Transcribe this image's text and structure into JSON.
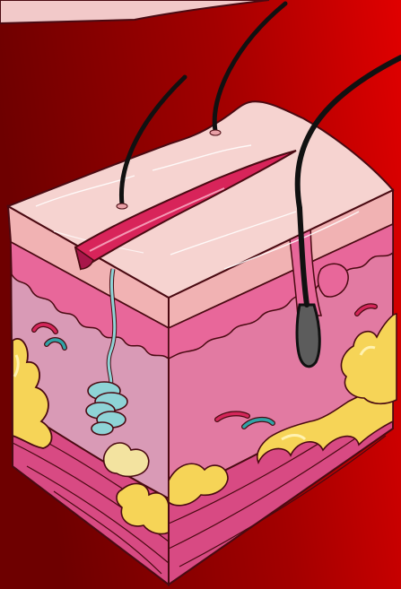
{
  "scene": {
    "subject": "skin-cross-section-cube",
    "colors": {
      "bg_dark": "#6e0000",
      "bg_mid": "#a30000",
      "bg_light": "#e00000",
      "outline": "#4a0a12",
      "epidermis_top": "#f6d3d0",
      "epidermis_front": "#f1b2b3",
      "dermis_front": "#d99ab6",
      "dermis_side": "#e27aa2",
      "wavy_band": "#e8679a",
      "subcutis": "#d84a83",
      "muscle": "#c23a70",
      "fat": "#f6d457",
      "fat_highlight": "#fff2b0",
      "sweat_gland": "#8ed3d6",
      "hair": "#111111",
      "follicle_bulb": "#5c5c5c",
      "vessel_red": "#d4265a",
      "vessel_blue": "#2fa3a6",
      "cut": "#d8245a"
    },
    "icons": [
      "hair-strand",
      "hair-follicle-bulb",
      "sweat-gland-coil",
      "fat-lobule",
      "blood-vessel-red",
      "blood-vessel-blue",
      "skin-cut"
    ]
  }
}
